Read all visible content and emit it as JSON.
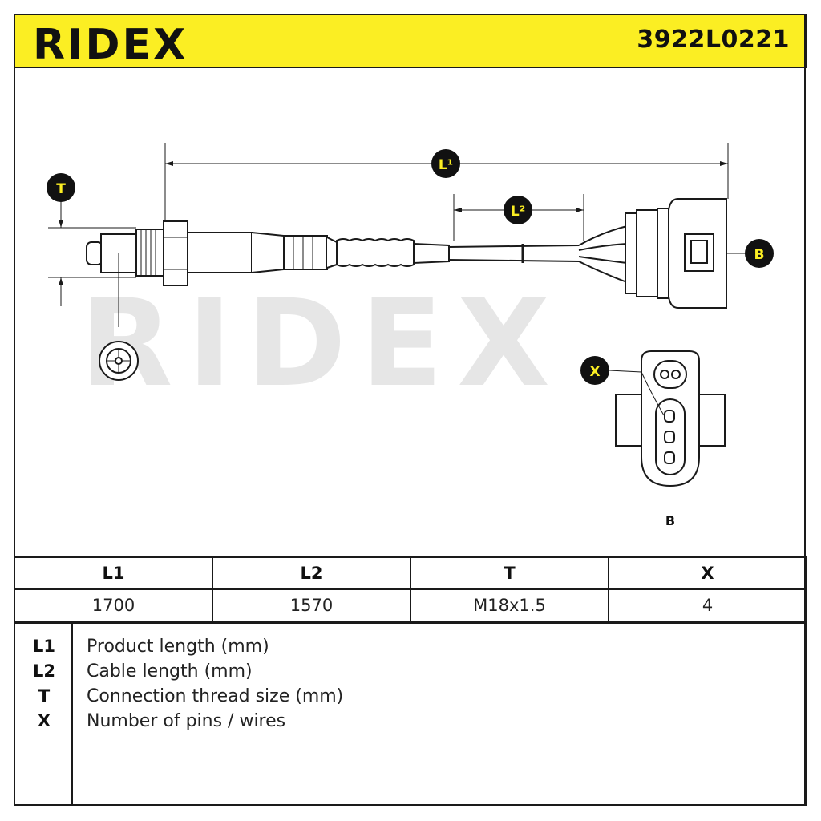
{
  "header": {
    "brand": "RIDEX",
    "part_number": "3922L0221",
    "brand_color": "#fbee23"
  },
  "drawing": {
    "watermark": "RIDEX",
    "labels": {
      "l1": "L¹",
      "l2": "L²",
      "t": "T",
      "b": "B",
      "x": "X",
      "b_caption": "B"
    }
  },
  "spec_table": {
    "headers": [
      "L1",
      "L2",
      "T",
      "X"
    ],
    "values": [
      "1700",
      "1570",
      "M18x1.5",
      "4"
    ]
  },
  "legend": {
    "items": [
      {
        "key": "L1",
        "text": "Product length (mm)"
      },
      {
        "key": "L2",
        "text": "Cable length (mm)"
      },
      {
        "key": "T",
        "text": "Connection thread size (mm)"
      },
      {
        "key": "X",
        "text": "Number of pins / wires"
      }
    ]
  }
}
